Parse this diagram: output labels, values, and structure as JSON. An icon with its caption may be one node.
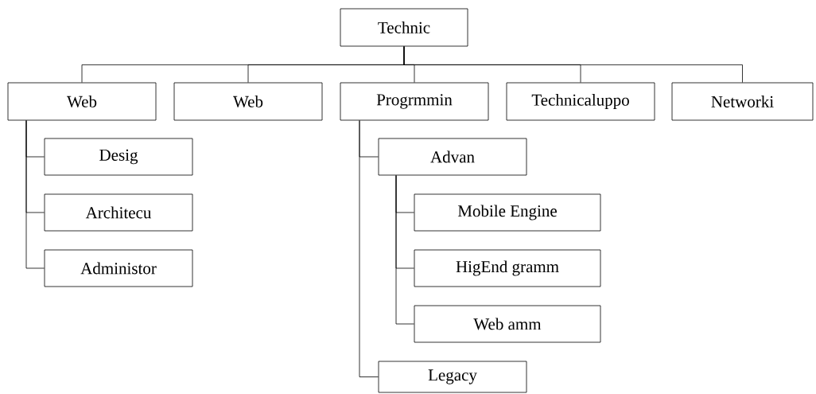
{
  "diagram": {
    "nodes": [
      {
        "text": [
          "Technic"
        ]
      },
      {
        "text": [
          "Web"
        ]
      },
      {
        "text": [
          "Web"
        ]
      },
      {
        "text": [
          "Progrmmin"
        ]
      },
      {
        "text": [
          "Technicaluppo"
        ]
      },
      {
        "text": [
          "Networki"
        ]
      },
      {
        "text": [
          "Desig"
        ]
      },
      {
        "text": [
          "Architecu"
        ]
      },
      {
        "text": [
          "Administor"
        ]
      },
      {
        "text": [
          "Advan"
        ]
      },
      {
        "text": [
          "Mobile Engine"
        ]
      },
      {
        "text": [
          "HigEnd gramm"
        ]
      },
      {
        "text": [
          "Web amm"
        ]
      },
      {
        "text": [
          "Legacy"
        ]
      }
    ],
    "edges": [
      {
        "from": 0,
        "to": 1,
        "arrow": "none"
      },
      {
        "from": 0,
        "to": 2,
        "arrow": "none"
      },
      {
        "from": 0,
        "to": 3,
        "arrow": "none"
      },
      {
        "from": 0,
        "to": 4,
        "arrow": "none"
      },
      {
        "from": 0,
        "to": 5,
        "arrow": "none"
      },
      {
        "from": 1,
        "to": 6,
        "arrow": "none"
      },
      {
        "from": 1,
        "to": 7,
        "arrow": "none"
      },
      {
        "from": 1,
        "to": 8,
        "arrow": "none"
      },
      {
        "from": 3,
        "to": 9,
        "arrow": "none"
      },
      {
        "from": 9,
        "to": 10,
        "arrow": "none"
      },
      {
        "from": 9,
        "to": 11,
        "arrow": "none"
      },
      {
        "from": 9,
        "to": 12,
        "arrow": "none"
      },
      {
        "from": 3,
        "to": 13,
        "arrow": "none"
      }
    ]
  }
}
